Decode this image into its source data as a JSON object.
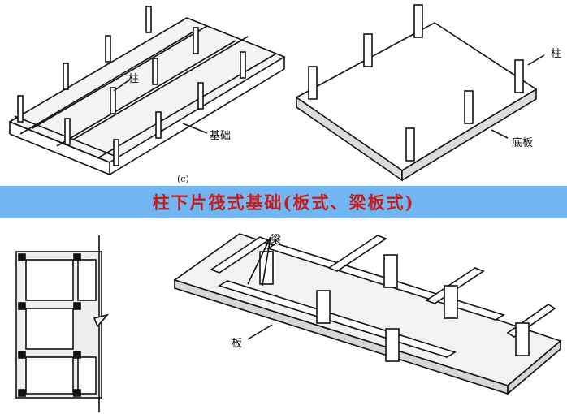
{
  "banner": {
    "title": "柱下片筏式基础(板式、梁板式)",
    "background": "#6fb6f2",
    "color": "#c81a18"
  },
  "panels": {
    "top_left": {
      "column_label": "柱",
      "foundation_label": "基础",
      "caption": "(c)"
    },
    "top_right": {
      "column_label": "柱",
      "slab_label": "底板"
    },
    "bottom_right": {
      "beam_label": "梁",
      "slab_label": "板"
    }
  }
}
